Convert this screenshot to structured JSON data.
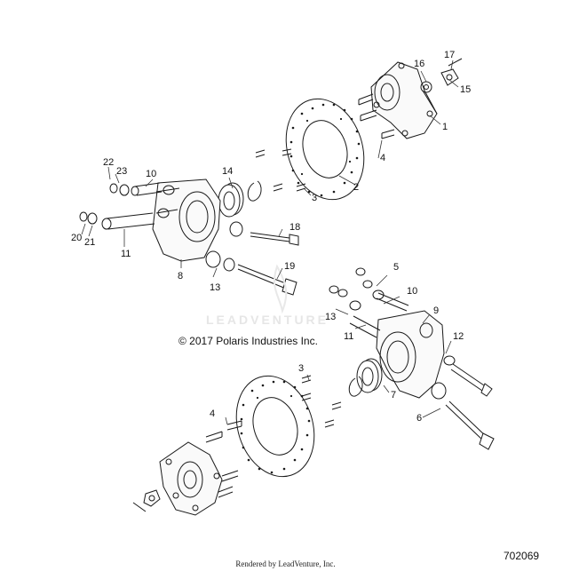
{
  "diagram": {
    "copyright": "© 2017 Polaris Industries Inc.",
    "drawing_number": "702069",
    "rendered_by": "Rendered by LeadVenture, Inc.",
    "watermark": "LEADVENTURE",
    "callouts": {
      "c1": "1",
      "c2": "2",
      "c3a": "3",
      "c3b": "3",
      "c4a": "4",
      "c4b": "4",
      "c5": "5",
      "c6": "6",
      "c7": "7",
      "c8": "8",
      "c9": "9",
      "c10a": "10",
      "c10b": "10",
      "c11a": "11",
      "c11b": "11",
      "c12": "12",
      "c13a": "13",
      "c13b": "13",
      "c14": "14",
      "c15": "15",
      "c16": "16",
      "c17": "17",
      "c18": "18",
      "c19": "19",
      "c20": "20",
      "c21": "21",
      "c22": "22",
      "c23": "23"
    }
  }
}
